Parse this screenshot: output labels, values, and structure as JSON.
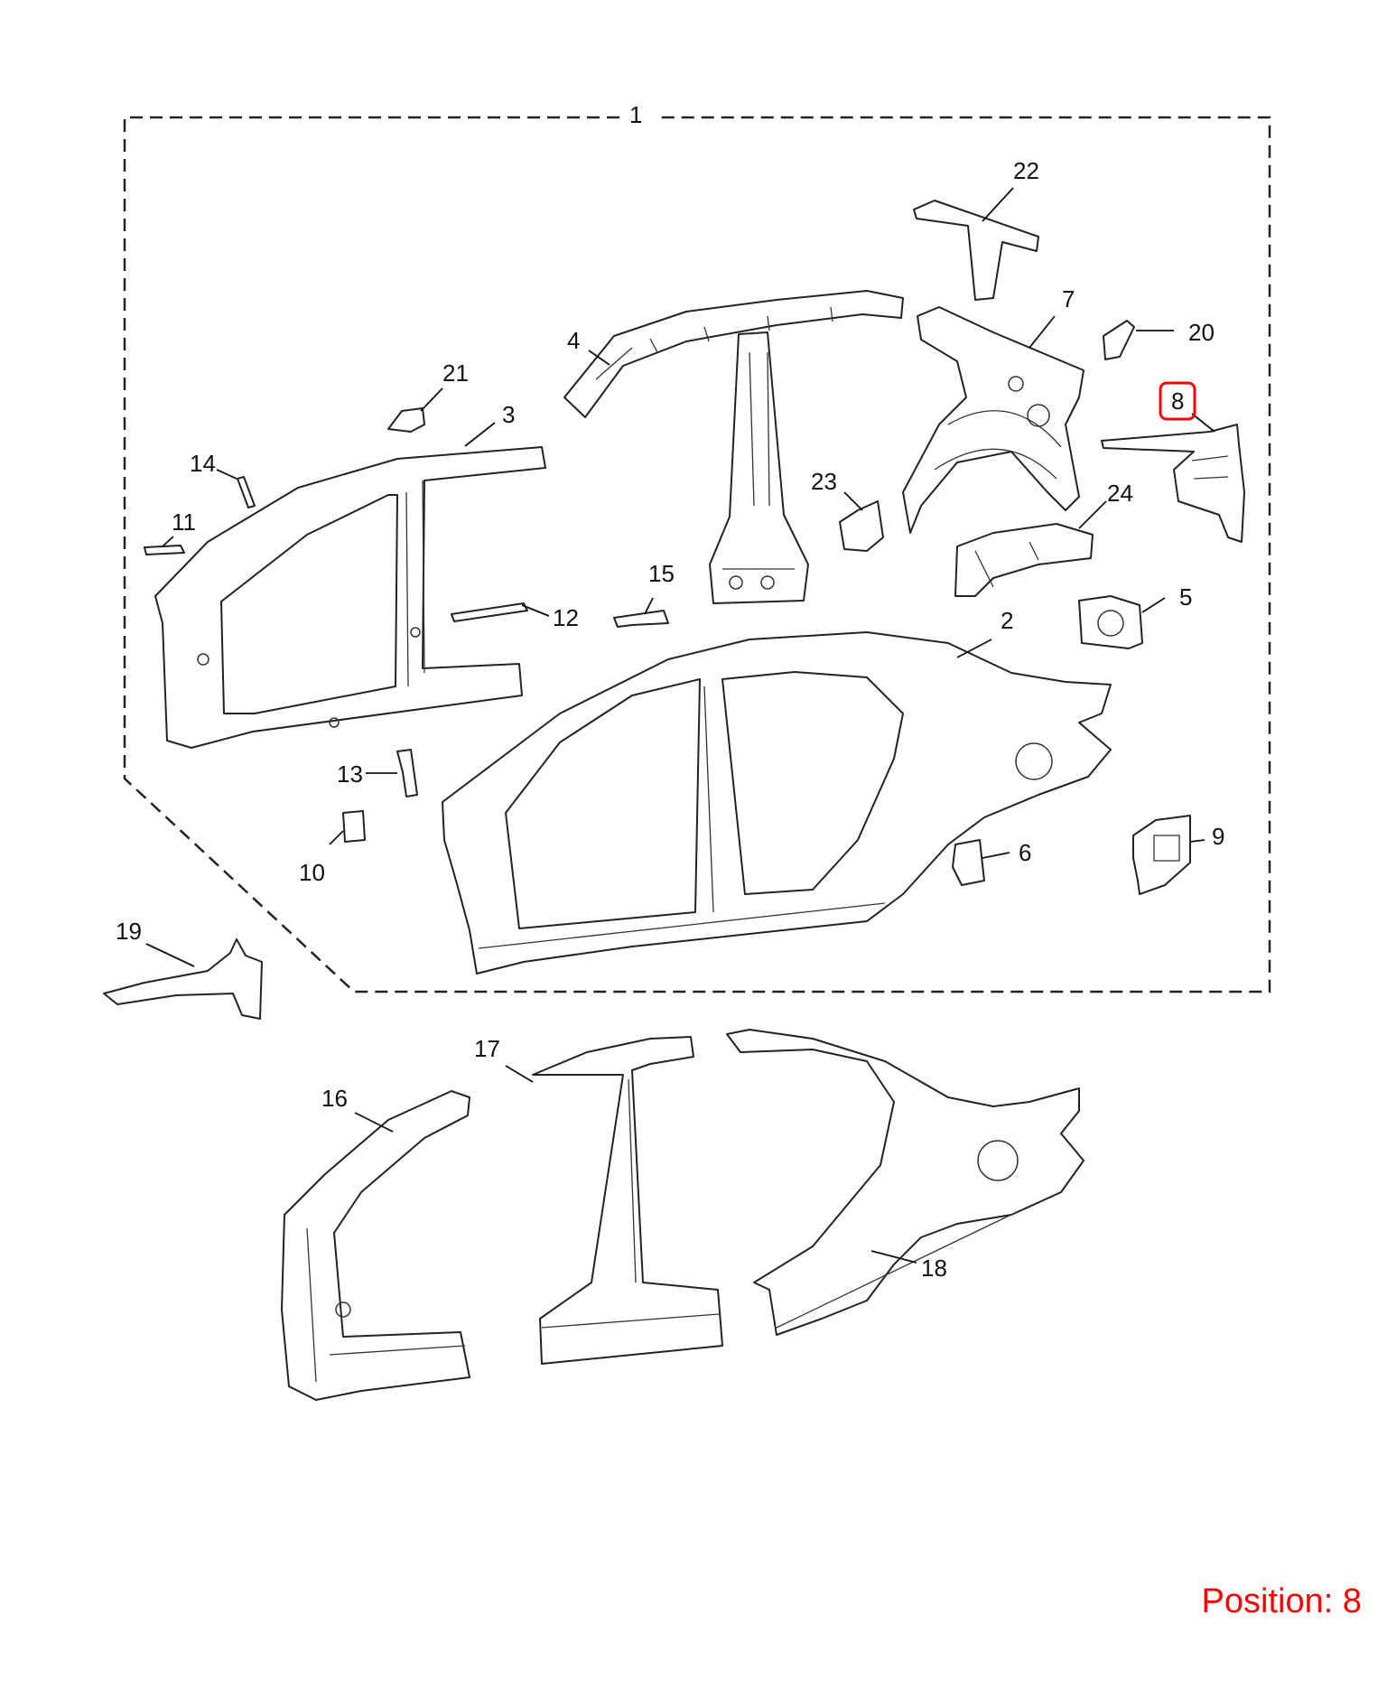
{
  "callouts": {
    "c1": "1",
    "c2": "2",
    "c3": "3",
    "c4": "4",
    "c5": "5",
    "c6": "6",
    "c7": "7",
    "c8": "8",
    "c9": "9",
    "c10": "10",
    "c11": "11",
    "c12": "12",
    "c13": "13",
    "c14": "14",
    "c15": "15",
    "c16": "16",
    "c17": "17",
    "c18": "18",
    "c19": "19",
    "c20": "20",
    "c21": "21",
    "c22": "22",
    "c23": "23",
    "c24": "24"
  },
  "highlight": {
    "callout": "8",
    "color": "#ff0000"
  },
  "position": {
    "label": "Position: 8"
  }
}
